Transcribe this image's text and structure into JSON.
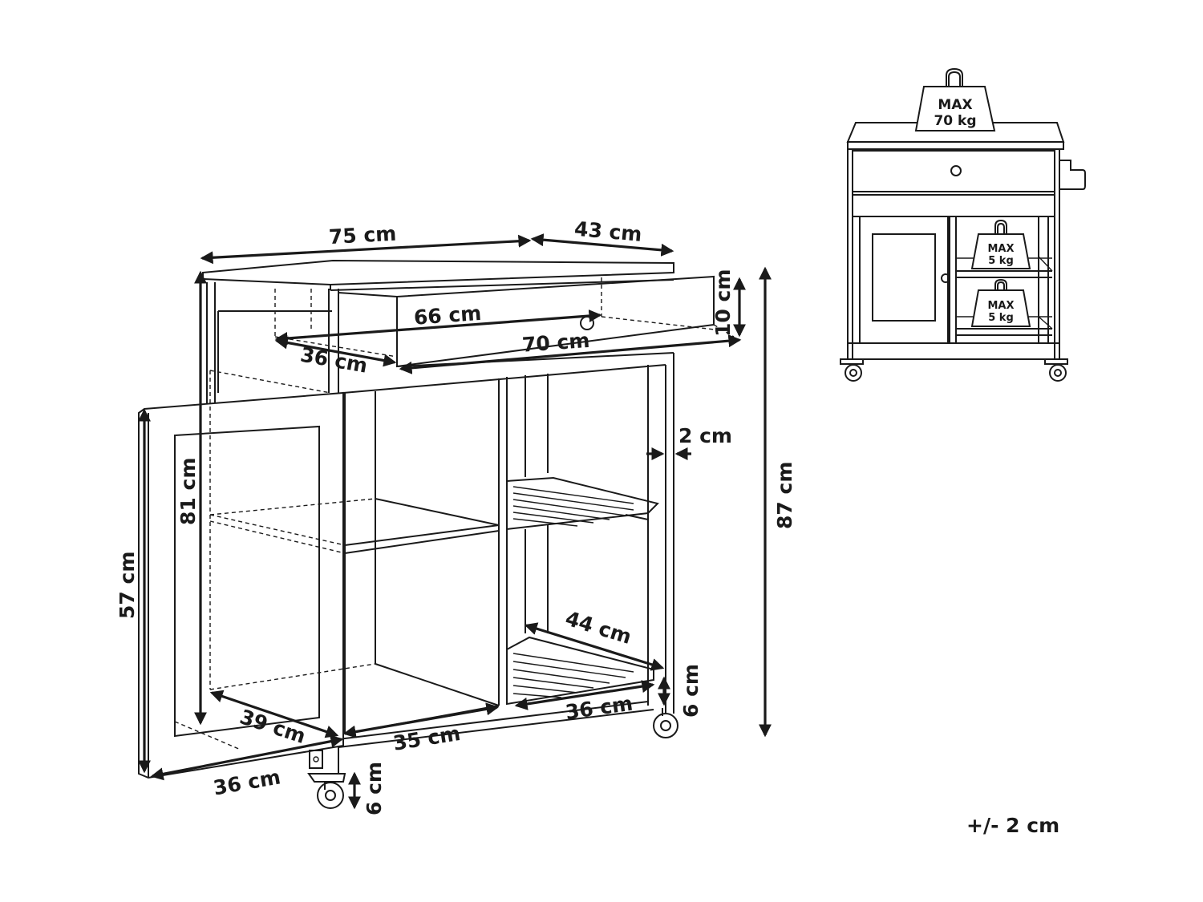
{
  "dimensions": {
    "width_top": "75 cm",
    "depth_top": "43 cm",
    "drawer_height": "10 cm",
    "drawer_inner_width": "66 cm",
    "drawer_width": "70 cm",
    "drawer_depth": "36 cm",
    "frame_thickness": "2 cm",
    "total_height": "87 cm",
    "inner_height": "81 cm",
    "door_height": "57 cm",
    "cabinet_depth": "39 cm",
    "door_width": "36 cm",
    "cabinet_inner_width": "35 cm",
    "shelf_depth": "44 cm",
    "shelf_width": "36 cm",
    "wheel_height_right": "6 cm",
    "wheel_height_left": "6 cm"
  },
  "tolerance": "+/- 2 cm",
  "load_limits": {
    "top_line1": "MAX",
    "top_line2": "70 kg",
    "shelf1_line1": "MAX",
    "shelf1_line2": "5 kg",
    "shelf2_line1": "MAX",
    "shelf2_line2": "5 kg"
  }
}
